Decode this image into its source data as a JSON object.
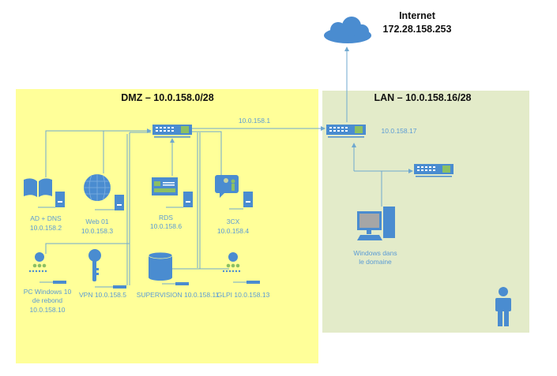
{
  "internet": {
    "title": "Internet",
    "ip": "172.28.158.253",
    "icon": "cloud-icon"
  },
  "dmz": {
    "title": "DMZ – 10.0.158.0/28",
    "color": "#ffff99",
    "gateway_label": "10.0.158.1",
    "nodes": [
      {
        "name": "AD + DNS",
        "ip": "10.0.158.2",
        "icon": "directory-book-icon"
      },
      {
        "name": "Web 01",
        "ip": "10.0.158.3",
        "icon": "globe-icon"
      },
      {
        "name": "RDS",
        "ip": "10.0.158.6",
        "icon": "remote-desktop-icon"
      },
      {
        "name": "3CX",
        "ip": "10.0.158.4",
        "icon": "voip-icon"
      },
      {
        "name": "PC Windows 10",
        "name2": "de rebond",
        "ip": "10.0.158.10",
        "icon": "user-network-icon"
      },
      {
        "label": "VPN 10.0.158.5",
        "icon": "key-icon"
      },
      {
        "label": "SUPERVISION 10.0.158.11",
        "icon": "database-icon"
      },
      {
        "label": "GLPI 10.0.158.13",
        "icon": "user-network-icon"
      }
    ]
  },
  "lan": {
    "title": "LAN – 10.0.158.16/28",
    "color": "#e3ebc9",
    "router_ip": "10.0.158.17",
    "pc": {
      "line1": "Windows dans",
      "line2": "le domaine",
      "icon": "desktop-computer-icon"
    },
    "user_icon": "person-icon"
  }
}
